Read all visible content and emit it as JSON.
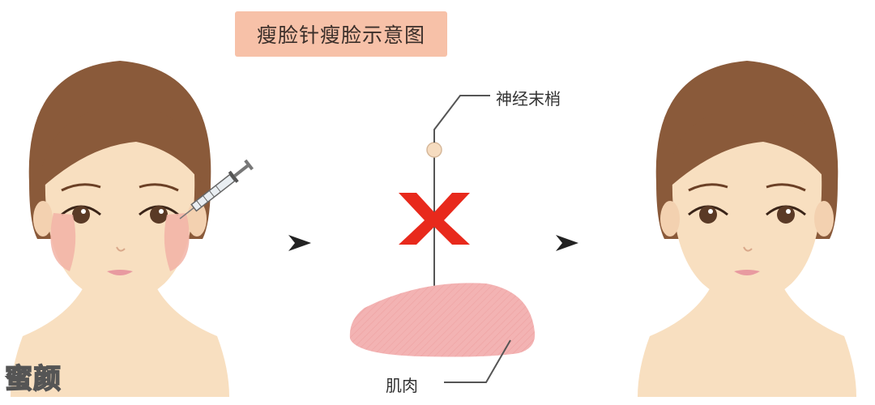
{
  "title": "瘦脸针瘦脸示意图",
  "labels": {
    "nerve": "神经末梢",
    "muscle": "肌肉"
  },
  "watermark": "蜜颜",
  "colors": {
    "hair": "#8a5a3a",
    "skin": "#f8dfc0",
    "cheek_highlight": "#f2b3a6",
    "x_mark": "#e8291c",
    "muscle": "#f3b3b3",
    "title_bg": "#f7c1a8"
  },
  "icons": [
    "syringe-icon",
    "arrow-right-icon",
    "cross-mark-icon"
  ]
}
